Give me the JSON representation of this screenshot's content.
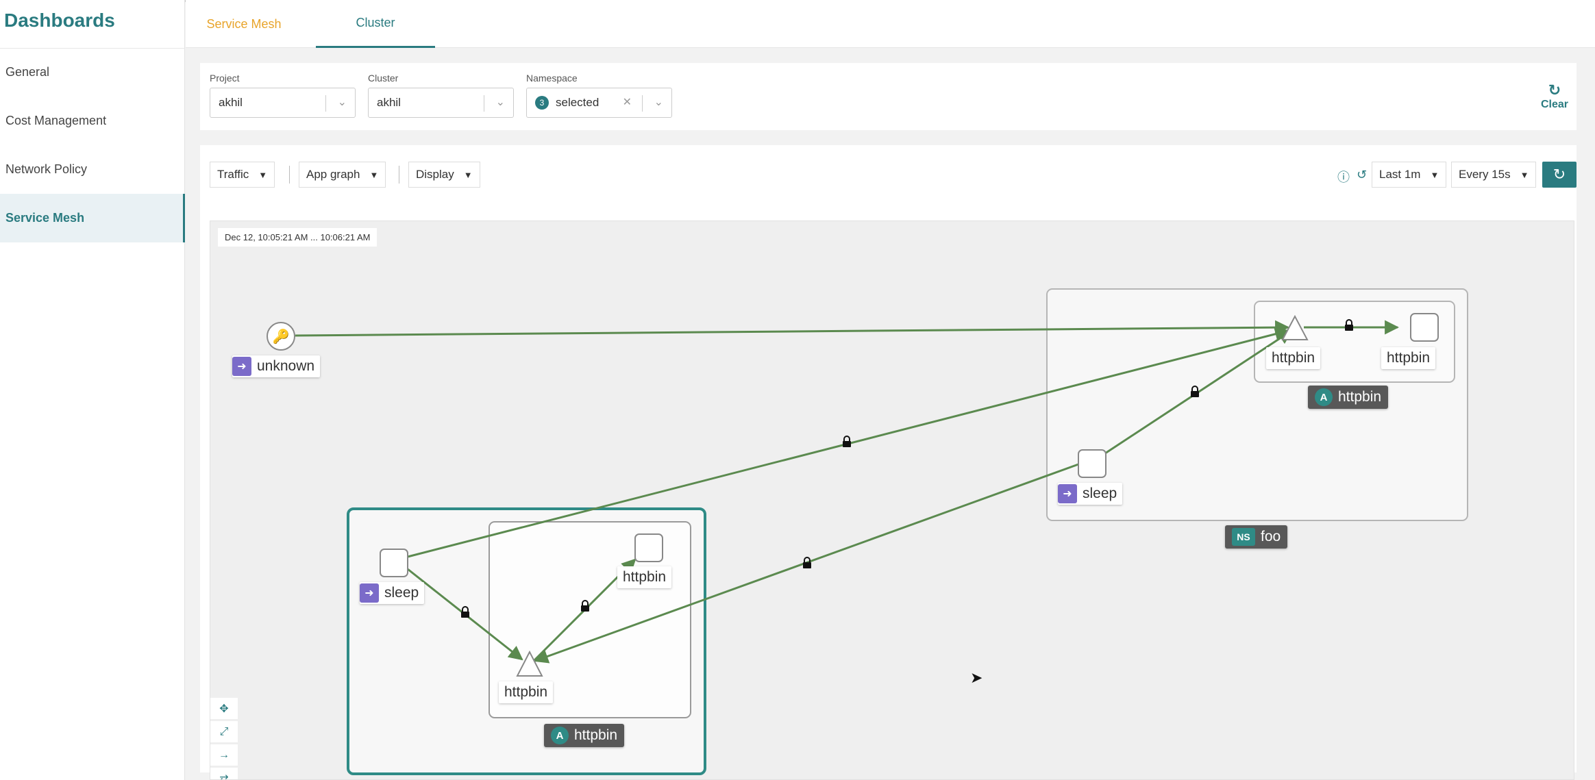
{
  "sidebar": {
    "title": "Dashboards",
    "items": [
      {
        "label": "General"
      },
      {
        "label": "Cost Management"
      },
      {
        "label": "Network Policy"
      },
      {
        "label": "Service Mesh"
      }
    ]
  },
  "tabs": [
    {
      "label": "Service Mesh"
    },
    {
      "label": "Cluster"
    }
  ],
  "filters": {
    "project": {
      "label": "Project",
      "value": "akhil"
    },
    "cluster": {
      "label": "Cluster",
      "value": "akhil"
    },
    "namespace": {
      "label": "Namespace",
      "count": "3",
      "value": "selected"
    },
    "clear_label": "Clear"
  },
  "toolbar": {
    "traffic": "Traffic",
    "graph_type": "App graph",
    "display": "Display",
    "range": "Last 1m",
    "interval": "Every 15s"
  },
  "graph": {
    "timestamp": "Dec 12, 10:05:21 AM ... 10:06:21 AM",
    "nodes": {
      "unknown": "unknown",
      "sleep_foo": "sleep",
      "httpbin_svc_foo": "httpbin",
      "httpbin_wl_foo": "httpbin",
      "sleep_local": "sleep",
      "httpbin_svc_local": "httpbin",
      "httpbin_wl_local": "httpbin"
    },
    "app_tags": {
      "foo_app_icon": "A",
      "foo_app": "httpbin",
      "local_app_icon": "A",
      "local_app": "httpbin"
    },
    "namespace_tag": {
      "icon": "NS",
      "name": "foo"
    }
  },
  "colors": {
    "accent": "#2a7b80",
    "edge": "#5b8a4f",
    "tab_active_orange": "#e8a42a",
    "service_icon": "#7b6bc9"
  },
  "icons": [
    "refresh-icon",
    "help-icon",
    "history-icon",
    "key-icon",
    "lock-icon",
    "service-icon",
    "app-icon"
  ]
}
